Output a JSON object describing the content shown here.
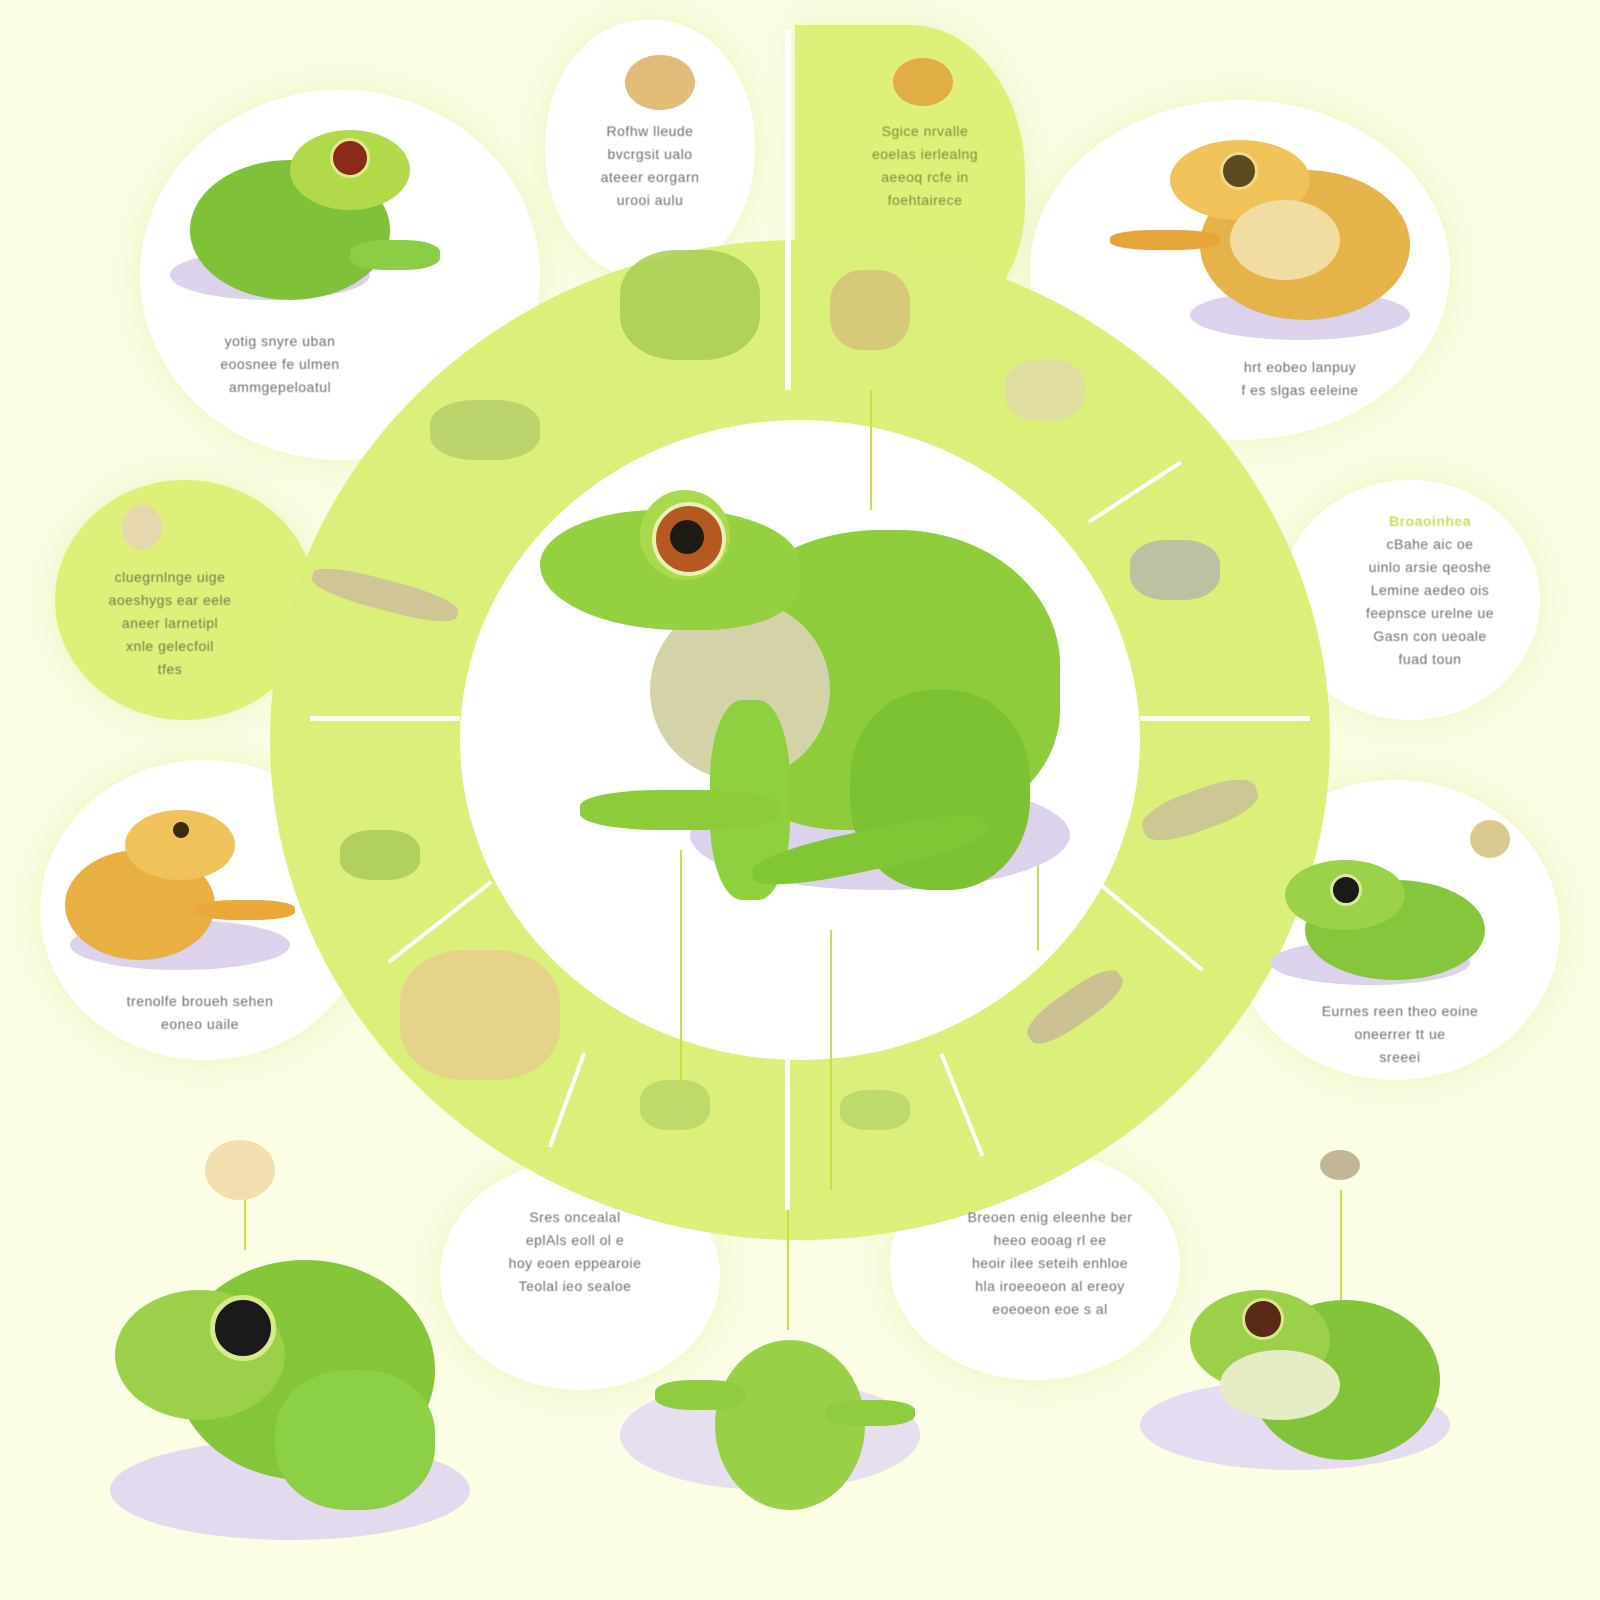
{
  "diagram": {
    "type": "frog-life-cycle-infographic",
    "colors": {
      "background": "#fbfde4",
      "ring": "#dbef7b",
      "bubble": "#ffffff",
      "accent": "#c9dd5a",
      "frog_green": "#8ccc3a",
      "frog_gold": "#e6b34a",
      "shadow": "#ddd2ec"
    },
    "center": {
      "label": "central-frog"
    },
    "callouts": [
      {
        "id": "top-left",
        "lines": [
          "yotig snyre uban",
          "eoosnee fe ulmen",
          "ammgepeloatul"
        ]
      },
      {
        "id": "top-center",
        "lines": [
          "Rofhw lleude",
          "bvcrgsit ualo",
          "ateeer eorgarn",
          "urooi aulu"
        ]
      },
      {
        "id": "top-right-green",
        "lines": [
          "Sgice nrvalle",
          "eoelas ierlealng",
          "aeeoq rcfe in",
          "foehtairece"
        ]
      },
      {
        "id": "right-upper",
        "lines": [
          "hrt eobeo lanpuy",
          "f es slgas eeleine"
        ]
      },
      {
        "id": "right-middle",
        "title": "Broaoinhea",
        "lines": [
          "cBahe aic oe",
          "uinlo arsie qeoshe",
          "Lemine aedeo ois",
          "feepnsce urelne ue",
          "Gasn con ueoale",
          "fuad toun"
        ]
      },
      {
        "id": "left-middle-green",
        "lines": [
          "cluegrnlnge uige",
          "aoeshygs ear eele",
          "aneer larnetipl",
          "xnle gelecfoil",
          "tfes"
        ]
      },
      {
        "id": "left-lower",
        "lines": [
          "trenolfe broueh sehen",
          "eoneo uaile"
        ]
      },
      {
        "id": "right-lower",
        "lines": [
          "Eurnes reen theo eoine",
          "oneerrer tt ue",
          "sreeei"
        ]
      },
      {
        "id": "bottom-center-left",
        "lines": [
          "Sres oncealal",
          "eplAls eoll ol e",
          "hoy eoen eppearoie",
          "Teolal ieo sealoe"
        ]
      },
      {
        "id": "bottom-center-right",
        "lines": [
          "Breoen enig eleenhe ber",
          "heeo eooag rl ee",
          "heoir ilee seteih enhloe",
          "hla iroeeoeon al ereoy",
          "eoeoeon eoe s al"
        ]
      }
    ]
  }
}
